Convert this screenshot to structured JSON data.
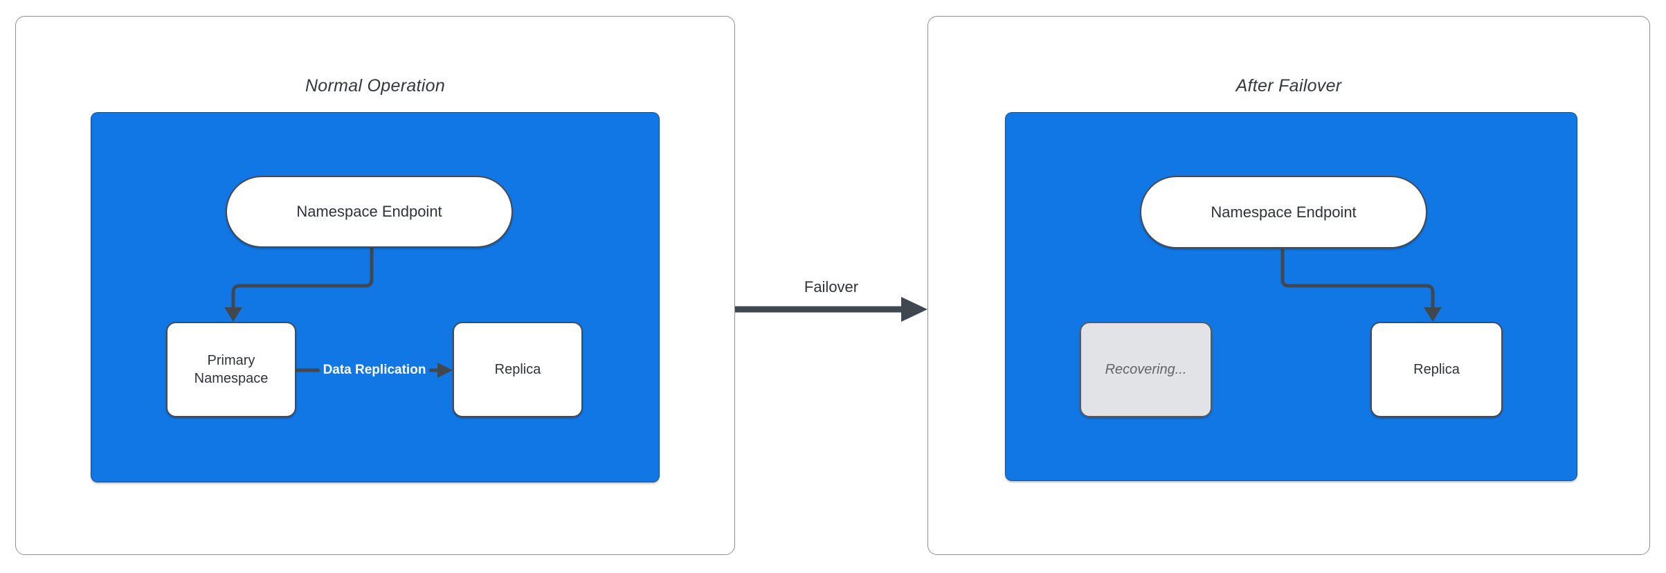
{
  "diagram": {
    "type": "failover-architecture-diagram",
    "colors": {
      "container_blue": "#1177e4",
      "connector_dark": "#40474f",
      "panel_border": "#8f8f8f",
      "node_text": "#2e3338",
      "recovering_fill": "#e2e3e6",
      "recovering_text": "#606468",
      "edge_label_text": "#ffffff"
    },
    "panels": {
      "normal": {
        "title": "Normal Operation",
        "nodes": {
          "endpoint": "Namespace Endpoint",
          "primary": "Primary Namespace",
          "replica": "Replica"
        },
        "edges": {
          "replication_label": "Data Replication"
        }
      },
      "failover": {
        "title": "After Failover",
        "nodes": {
          "endpoint": "Namespace Endpoint",
          "recovering": "Recovering...",
          "replica": "Replica"
        }
      }
    },
    "transition": {
      "label": "Failover"
    }
  }
}
